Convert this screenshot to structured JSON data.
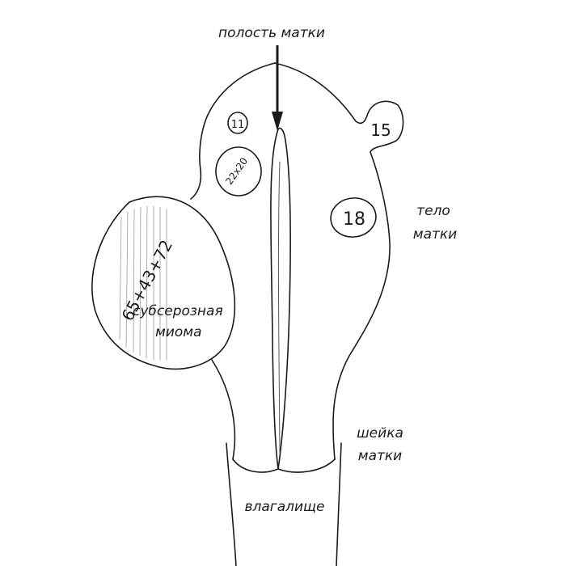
{
  "labels": {
    "cavity": "полость матки",
    "body_line1": "тело",
    "body_line2": "матки",
    "myoma_line1": "субсерозная",
    "myoma_line2": "миома",
    "cervix_line1": "шейка",
    "cervix_line2": "матки",
    "vagina": "влагалище"
  },
  "nodes": {
    "node_top_left": "11",
    "node_left_dims": "22x20",
    "node_body": "18",
    "node_corner": "15",
    "myoma_dims": "65+43+72"
  }
}
